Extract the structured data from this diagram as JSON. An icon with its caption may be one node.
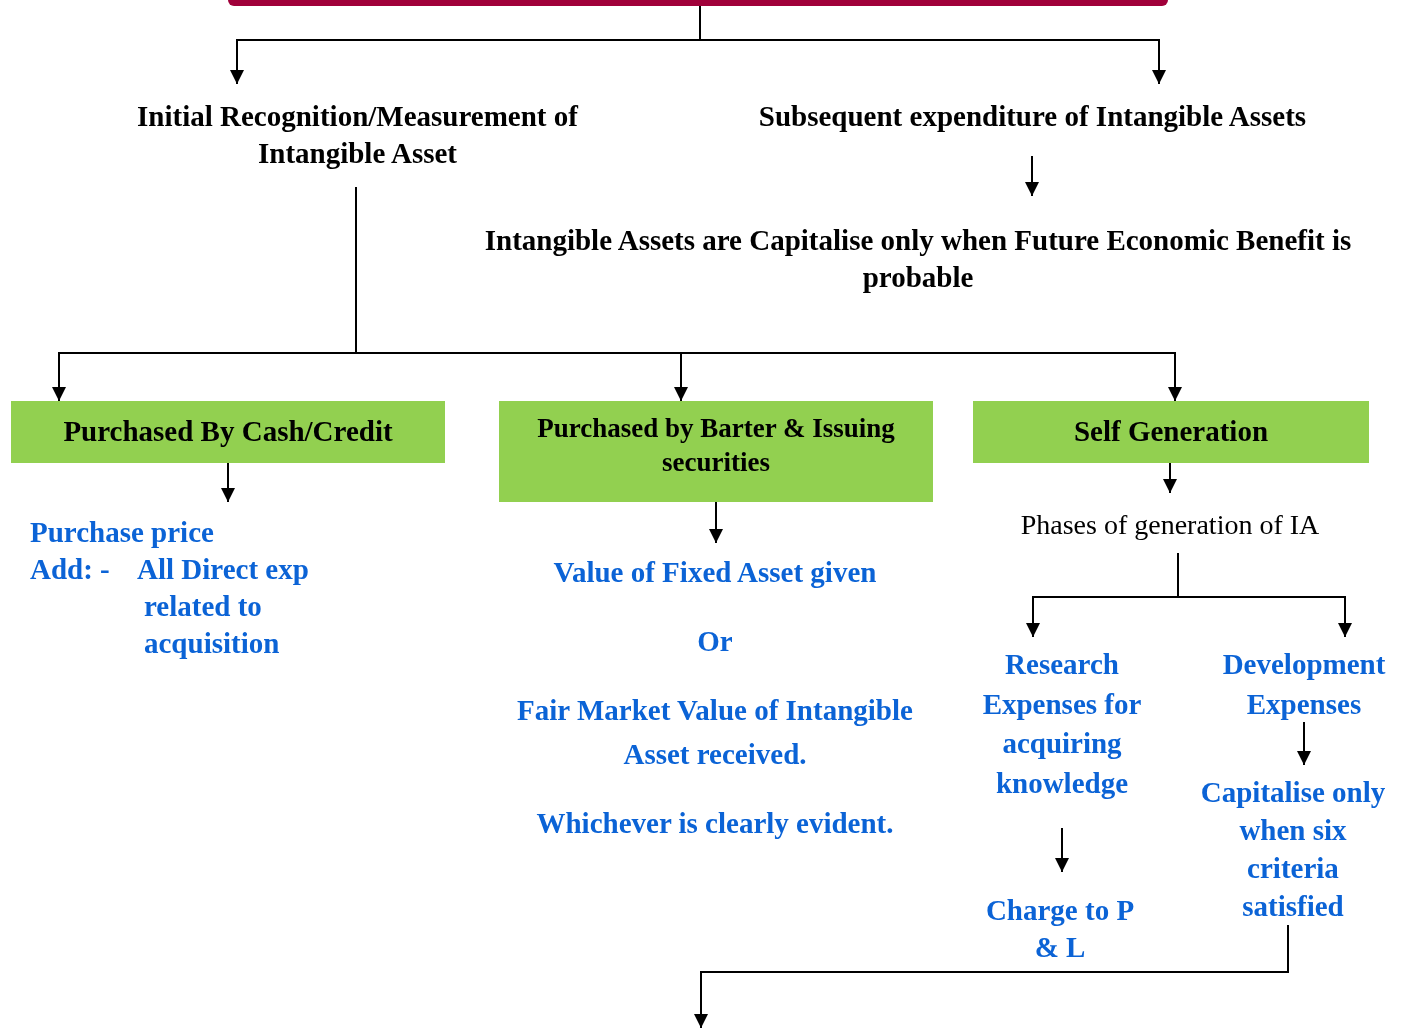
{
  "diagram": {
    "nodes": [
      {
        "text": [],
        "shape": "bar"
      },
      {
        "text": [
          "Initial Recognition/Measurement of Intangible Asset"
        ]
      },
      {
        "text": [
          "Subsequent expenditure of Intangible Assets"
        ]
      },
      {
        "text": [
          "Intangible Assets are Capitalise only when Future Economic Benefit is probable"
        ]
      },
      {
        "text": [
          "Purchased By Cash/Credit"
        ]
      },
      {
        "text": [
          "Purchased by Barter & Issuing securities"
        ]
      },
      {
        "text": [
          "Self Generation"
        ]
      },
      {
        "text": [
          "Purchase price",
          "Add: -",
          "All Direct exp related to acquisition"
        ]
      },
      {
        "text": [
          "Value of Fixed Asset given",
          "Or",
          "Fair Market Value of Intangible Asset received.",
          "Whichever is clearly evident."
        ]
      },
      {
        "text": [
          "Phases of generation of IA"
        ]
      },
      {
        "text": [
          "Research Expenses for acquiring knowledge"
        ]
      },
      {
        "text": [
          "Development Expenses"
        ]
      },
      {
        "text": [
          "Charge to P & L"
        ]
      },
      {
        "text": [
          "Capitalise only when six criteria satisfied"
        ]
      }
    ],
    "edges": [
      {
        "from": 0,
        "to": 1,
        "arrow": "to"
      },
      {
        "from": 0,
        "to": 2,
        "arrow": "to"
      },
      {
        "from": 2,
        "to": 3,
        "arrow": "to"
      },
      {
        "from": 1,
        "to": 4,
        "arrow": "to"
      },
      {
        "from": 1,
        "to": 5,
        "arrow": "to"
      },
      {
        "from": 1,
        "to": 6,
        "arrow": "to"
      },
      {
        "from": 4,
        "to": 7,
        "arrow": "to"
      },
      {
        "from": 5,
        "to": 8,
        "arrow": "to"
      },
      {
        "from": 6,
        "to": 9,
        "arrow": "to"
      },
      {
        "from": 9,
        "to": 10,
        "arrow": "to"
      },
      {
        "from": 9,
        "to": 11,
        "arrow": "to"
      },
      {
        "from": 10,
        "to": 12,
        "arrow": "to"
      },
      {
        "from": 11,
        "to": 13,
        "arrow": "to"
      },
      {
        "from": 13,
        "to": null,
        "arrow": "to"
      }
    ]
  }
}
